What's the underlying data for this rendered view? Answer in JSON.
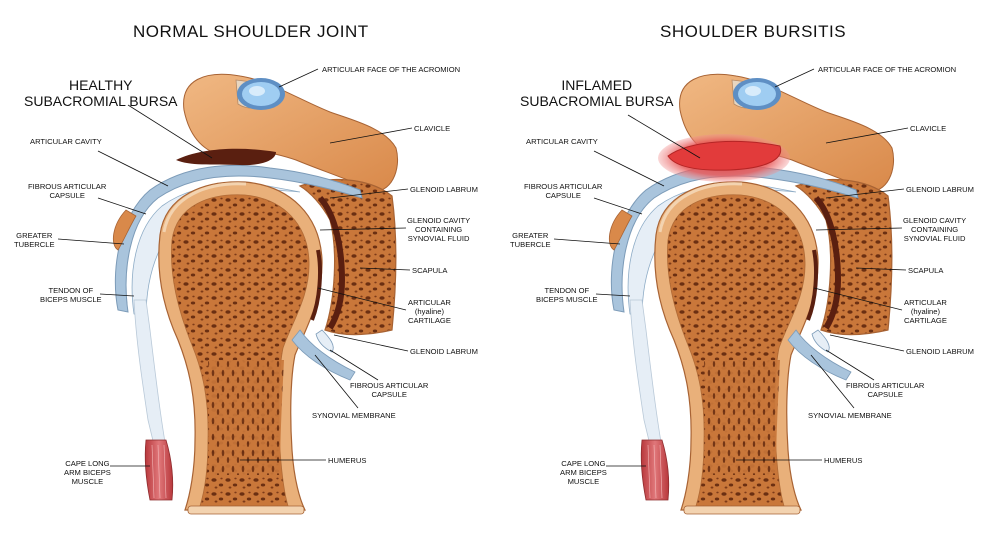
{
  "panels": [
    {
      "title": "NORMAL SHOULDER JOINT",
      "bursa_title": [
        "HEALTHY",
        "SUBACROMIAL BURSA"
      ],
      "inflamed": false
    },
    {
      "title": "SHOULDER BURSITIS",
      "bursa_title": [
        "INFLAMED",
        "SUBACROMIAL BURSA"
      ],
      "inflamed": true
    }
  ],
  "labels": {
    "acromion": "ARTICULAR FACE OF THE ACROMION",
    "clavicle": "CLAVICLE",
    "articular_cavity": "ARTICULAR CAVITY",
    "fibrous_capsule_left": [
      "FIBROUS ARTICULAR",
      "CAPSULE"
    ],
    "greater_tubercle": [
      "GREATER",
      "TUBERCLE"
    ],
    "tendon_biceps": [
      "TENDON OF",
      "BICEPS MUSCLE"
    ],
    "glenoid_labrum_top": "GLENOID LABRUM",
    "glenoid_cavity": [
      "GLENOID CAVITY",
      "CONTAINING",
      "SYNOVIAL FLUID"
    ],
    "scapula": "SCAPULA",
    "cartilage": [
      "ARTICULAR",
      "(hyaline)",
      "CARTILAGE"
    ],
    "glenoid_labrum_bottom": "GLENOID LABRUM",
    "fibrous_capsule_right": [
      "FIBROUS ARTICULAR",
      "CAPSULE"
    ],
    "synovial_membrane": "SYNOVIAL MEMBRANE",
    "humerus": "HUMERUS",
    "cape_long": [
      "CAPE LONG",
      "ARM BICEPS",
      "MUSCLE"
    ]
  },
  "stock_id": "#649421463",
  "colors": {
    "bone_orange": "#d9894a",
    "bone_dark": "#7a3d1a",
    "cortex_tan": "#e9b07a",
    "capsule_blue": "#a9c4dc",
    "capsule_light": "#e6eef6",
    "cartilage_dark": "#5a1f10",
    "inflamed_red": "#e23b3b",
    "muscle_red": "#c7474a",
    "acromion_blue": "#8fbfe8"
  }
}
